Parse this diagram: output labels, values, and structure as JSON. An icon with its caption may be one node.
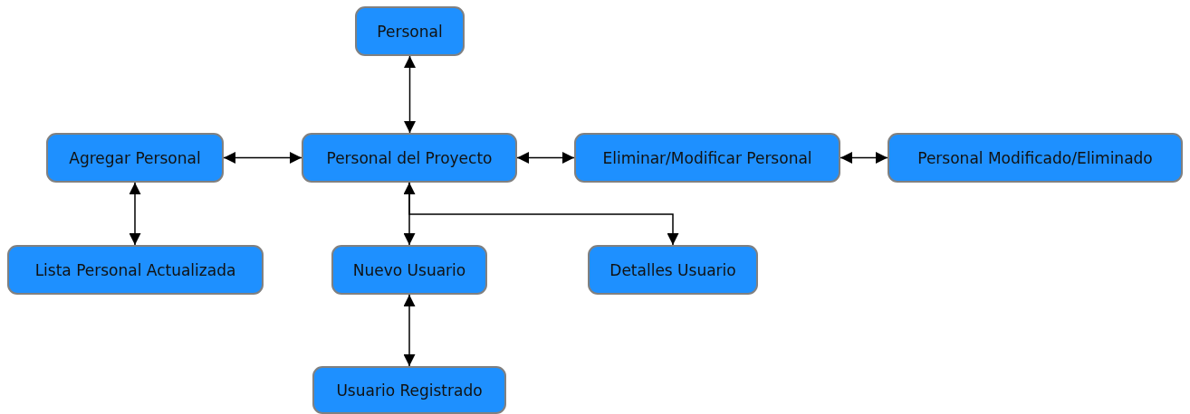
{
  "diagram": {
    "nodes": [
      {
        "text": [
          "Personal"
        ]
      },
      {
        "text": [
          "Agregar Personal"
        ]
      },
      {
        "text": [
          "Personal del Proyecto"
        ]
      },
      {
        "text": [
          "Eliminar/Modificar Personal"
        ]
      },
      {
        "text": [
          "Personal Modificado/Eliminado"
        ]
      },
      {
        "text": [
          "Lista Personal Actualizada"
        ]
      },
      {
        "text": [
          "Nuevo Usuario"
        ]
      },
      {
        "text": [
          "Detalles Usuario"
        ]
      },
      {
        "text": [
          "Usuario Registrado"
        ]
      }
    ],
    "edges": [
      {
        "from": 0,
        "to": 2,
        "arrow": "both"
      },
      {
        "from": 1,
        "to": 2,
        "arrow": "both"
      },
      {
        "from": 2,
        "to": 3,
        "arrow": "both"
      },
      {
        "from": 3,
        "to": 4,
        "arrow": "both"
      },
      {
        "from": 1,
        "to": 5,
        "arrow": "both"
      },
      {
        "from": 2,
        "to": 6,
        "arrow": "both"
      },
      {
        "from": 2,
        "to": 7,
        "arrow": "to"
      },
      {
        "from": 6,
        "to": 8,
        "arrow": "both"
      }
    ]
  }
}
